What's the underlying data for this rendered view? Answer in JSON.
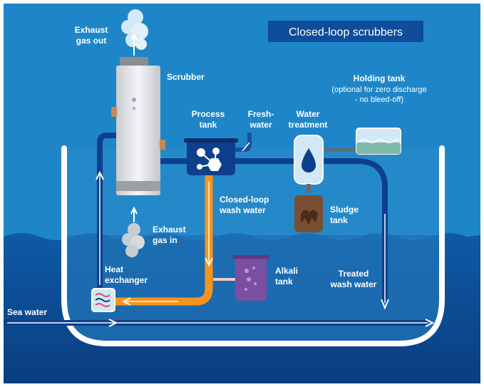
{
  "title": "Closed-loop scrubbers",
  "labels": {
    "exhaust_out_1": "Exhaust",
    "exhaust_out_2": "gas out",
    "scrubber": "Scrubber",
    "process_1": "Process",
    "process_2": "tank",
    "fresh_1": "Fresh-",
    "fresh_2": "water",
    "treat_1": "Water",
    "treat_2": "treatment",
    "holding_1": "Holding tank",
    "holding_2": "(optional for zero discharge",
    "holding_3": "- no bleed-off)",
    "closed_1": "Closed-loop",
    "closed_2": "wash water",
    "sludge_1": "Sludge",
    "sludge_2": "tank",
    "exhaust_in_1": "Exhaust",
    "exhaust_in_2": "gas in",
    "heat_1": "Heat",
    "heat_2": "exchanger",
    "alkali_1": "Alkali",
    "alkali_2": "tank",
    "treated_1": "Treated",
    "treated_2": "wash water",
    "seawater": "Sea water"
  },
  "colors": {
    "sky": "#1e86c8",
    "sea": "#0d4a92",
    "deep_sea": "#0a3d80",
    "hull_outline": "#ffffff",
    "pipe_blue": "#0e3f8c",
    "wash_water": "#f7941d",
    "alkali": "#7b4fa0",
    "sludge": "#8a5a3a",
    "title_box": "#0f4c9a"
  }
}
